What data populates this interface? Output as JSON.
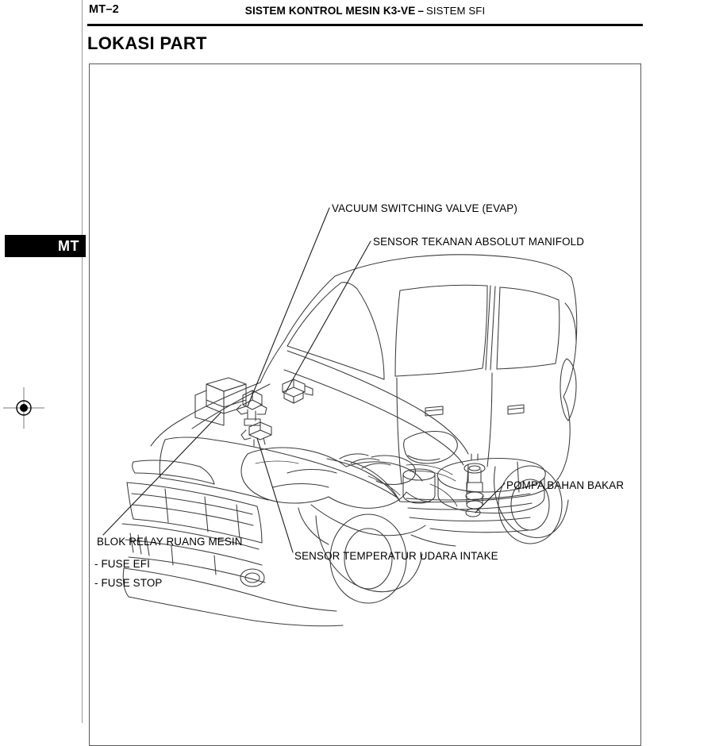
{
  "header": {
    "page_number": "MT–2",
    "title_main": "SISTEM KONTROL MESIN K3-VE",
    "title_separator": "–",
    "title_sub": "SISTEM SFI"
  },
  "section": {
    "title": "LOKASI PART"
  },
  "side_tab": {
    "label": "MT"
  },
  "illustration": {
    "subject": "engine-compartment-and-fuel-system-part-location-diagram",
    "callouts": [
      {
        "id": "vacuum-switching-valve",
        "label": "VACUUM SWITCHING VALVE (EVAP)"
      },
      {
        "id": "manifold-absolute-pressure-sensor",
        "label": "SENSOR TEKANAN ABSOLUT MANIFOLD"
      },
      {
        "id": "fuel-pump",
        "label": "POMPA BAHAN BAKAR"
      },
      {
        "id": "intake-air-temperature-sensor",
        "label": "SENSOR TEMPERATUR UDARA INTAKE"
      },
      {
        "id": "engine-room-relay-block",
        "label": "BLOK RELAY RUANG MESIN"
      },
      {
        "id": "fuse-efi",
        "label": "- FUSE EFI"
      },
      {
        "id": "fuse-stop",
        "label": "- FUSE STOP"
      }
    ]
  },
  "colors": {
    "ink": "#000000",
    "line": "#3b3b3b",
    "frame": "#58585a",
    "page_edge": "#9a9a9a",
    "tab_background": "#000000",
    "tab_text": "#ffffff",
    "paper": "#ffffff"
  }
}
